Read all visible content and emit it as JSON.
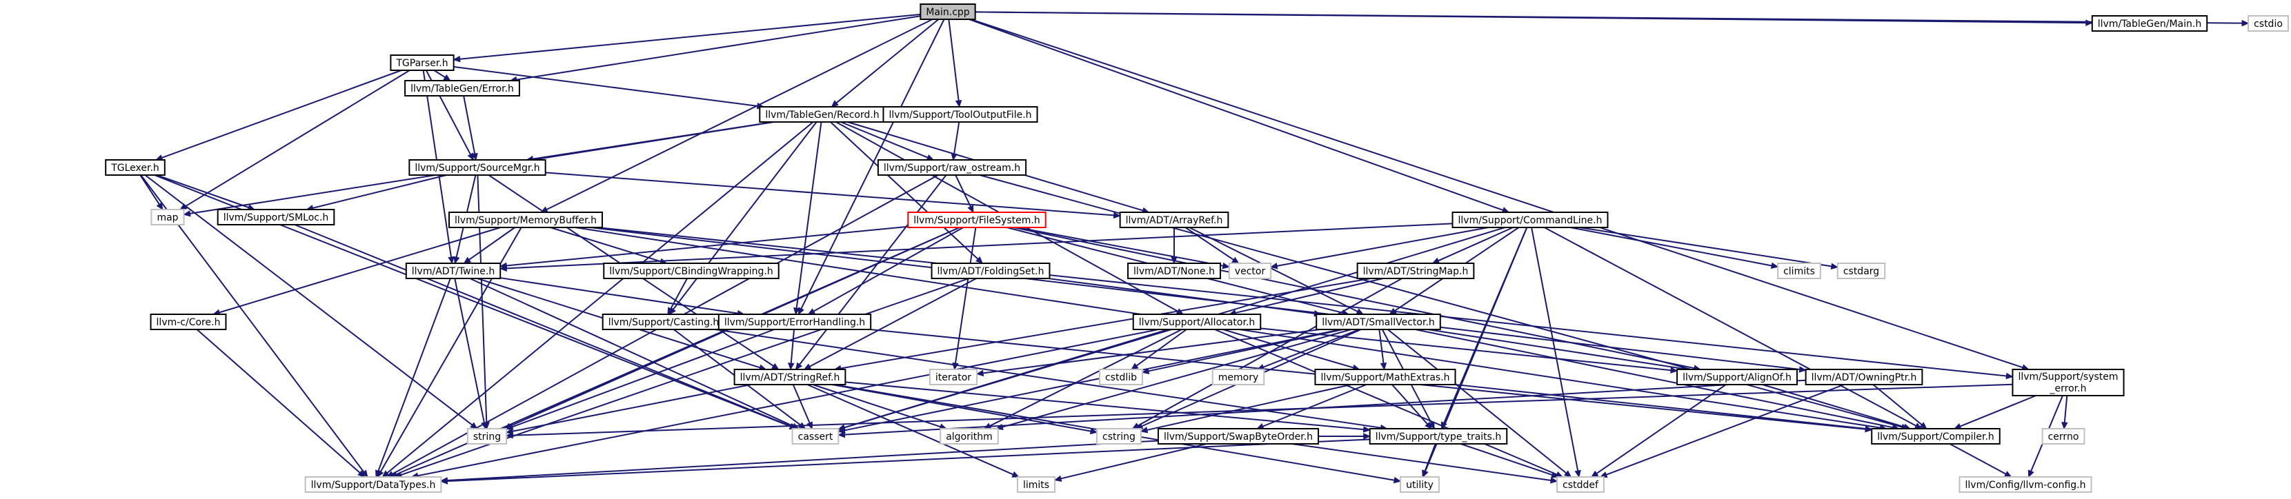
{
  "diagram": {
    "title": "",
    "colors": {
      "edge": "#191970",
      "node_border": "#000000",
      "node_border_gray": "#bfbfbf",
      "node_border_red": "#ff0000",
      "root_fill": "#bfbfbf",
      "node_fill": "#ffffff",
      "text": "#000000"
    },
    "nodes": [
      {
        "id": "main",
        "label": "Main.cpp",
        "style": "root"
      },
      {
        "id": "tgparser",
        "label": "TGParser.h",
        "style": "normal"
      },
      {
        "id": "tgerror",
        "label": "llvm/TableGen/Error.h",
        "style": "normal"
      },
      {
        "id": "record",
        "label": "llvm/TableGen/Record.h",
        "style": "normal"
      },
      {
        "id": "tooloutput",
        "label": "llvm/Support/ToolOutputFile.h",
        "style": "normal"
      },
      {
        "id": "tgmain",
        "label": "llvm/TableGen/Main.h",
        "style": "normal"
      },
      {
        "id": "cstdio",
        "label": "cstdio",
        "style": "gray"
      },
      {
        "id": "tglexer",
        "label": "TGLexer.h",
        "style": "normal"
      },
      {
        "id": "sourcemgr",
        "label": "llvm/Support/SourceMgr.h",
        "style": "normal"
      },
      {
        "id": "rawostream",
        "label": "llvm/Support/raw_ostream.h",
        "style": "normal"
      },
      {
        "id": "commandline",
        "label": "llvm/Support/CommandLine.h",
        "style": "normal"
      },
      {
        "id": "map",
        "label": "map",
        "style": "gray"
      },
      {
        "id": "smloc",
        "label": "llvm/Support/SMLoc.h",
        "style": "normal"
      },
      {
        "id": "memorybuffer",
        "label": "llvm/Support/MemoryBuffer.h",
        "style": "normal"
      },
      {
        "id": "filesystem",
        "label": "llvm/Support/FileSystem.h",
        "style": "red"
      },
      {
        "id": "arrayref",
        "label": "llvm/ADT/ArrayRef.h",
        "style": "normal"
      },
      {
        "id": "twine",
        "label": "llvm/ADT/Twine.h",
        "style": "normal"
      },
      {
        "id": "cbinding",
        "label": "llvm/Support/CBindingWrapping.h",
        "style": "normal"
      },
      {
        "id": "foldingset",
        "label": "llvm/ADT/FoldingSet.h",
        "style": "normal"
      },
      {
        "id": "none",
        "label": "llvm/ADT/None.h",
        "style": "normal"
      },
      {
        "id": "vector",
        "label": "vector",
        "style": "gray"
      },
      {
        "id": "stringmap",
        "label": "llvm/ADT/StringMap.h",
        "style": "normal"
      },
      {
        "id": "climits",
        "label": "climits",
        "style": "gray"
      },
      {
        "id": "cstdarg",
        "label": "cstdarg",
        "style": "gray"
      },
      {
        "id": "llvmccore",
        "label": "llvm-c/Core.h",
        "style": "normal"
      },
      {
        "id": "casting",
        "label": "llvm/Support/Casting.h",
        "style": "normal"
      },
      {
        "id": "errorhandling",
        "label": "llvm/Support/ErrorHandling.h",
        "style": "normal"
      },
      {
        "id": "allocator",
        "label": "llvm/Support/Allocator.h",
        "style": "normal"
      },
      {
        "id": "smallvector",
        "label": "llvm/ADT/SmallVector.h",
        "style": "normal"
      },
      {
        "id": "iterator",
        "label": "iterator",
        "style": "gray"
      },
      {
        "id": "cstdlib",
        "label": "cstdlib",
        "style": "gray"
      },
      {
        "id": "memory",
        "label": "memory",
        "style": "gray"
      },
      {
        "id": "mathextras",
        "label": "llvm/Support/MathExtras.h",
        "style": "normal"
      },
      {
        "id": "alignof",
        "label": "llvm/Support/AlignOf.h",
        "style": "normal"
      },
      {
        "id": "owningptr",
        "label": "llvm/ADT/OwningPtr.h",
        "style": "normal"
      },
      {
        "id": "systemerror",
        "label": "llvm/Support/system_error.h",
        "style": "normal",
        "lines": [
          "llvm/Support/system",
          "_error.h"
        ]
      },
      {
        "id": "stringref",
        "label": "llvm/ADT/StringRef.h",
        "style": "normal"
      },
      {
        "id": "string",
        "label": "string",
        "style": "gray"
      },
      {
        "id": "cassert",
        "label": "cassert",
        "style": "gray"
      },
      {
        "id": "algorithm",
        "label": "algorithm",
        "style": "gray"
      },
      {
        "id": "cstring",
        "label": "cstring",
        "style": "gray"
      },
      {
        "id": "typetraits",
        "label": "llvm/Support/type_traits.h",
        "style": "normal"
      },
      {
        "id": "compiler",
        "label": "llvm/Support/Compiler.h",
        "style": "normal"
      },
      {
        "id": "cerrno",
        "label": "cerrno",
        "style": "gray"
      },
      {
        "id": "swapbyteorder",
        "label": "llvm/Support/SwapByteOrder.h",
        "style": "normal"
      },
      {
        "id": "datatypes",
        "label": "llvm/Support/DataTypes.h",
        "style": "gray"
      },
      {
        "id": "limits",
        "label": "limits",
        "style": "gray"
      },
      {
        "id": "utility",
        "label": "utility",
        "style": "gray"
      },
      {
        "id": "cstddef",
        "label": "cstddef",
        "style": "gray"
      },
      {
        "id": "llvmconfig",
        "label": "llvm/Config/llvm-config.h",
        "style": "gray"
      }
    ],
    "edges": [
      [
        "main",
        "tgparser"
      ],
      [
        "main",
        "tgerror"
      ],
      [
        "main",
        "record"
      ],
      [
        "main",
        "tooloutput"
      ],
      [
        "main",
        "tgmain"
      ],
      [
        "main",
        "cstdio"
      ],
      [
        "main",
        "memorybuffer"
      ],
      [
        "main",
        "commandline"
      ],
      [
        "main",
        "systemerror"
      ],
      [
        "main",
        "errorhandling"
      ],
      [
        "tgparser",
        "tglexer"
      ],
      [
        "tgparser",
        "tgerror"
      ],
      [
        "tgparser",
        "record"
      ],
      [
        "tgparser",
        "sourcemgr"
      ],
      [
        "tgparser",
        "map"
      ],
      [
        "tgparser",
        "twine"
      ],
      [
        "tgerror",
        "sourcemgr"
      ],
      [
        "record",
        "sourcemgr"
      ],
      [
        "record",
        "rawostream"
      ],
      [
        "record",
        "map"
      ],
      [
        "record",
        "arrayref"
      ],
      [
        "record",
        "foldingset"
      ],
      [
        "record",
        "allocator"
      ],
      [
        "record",
        "casting"
      ],
      [
        "record",
        "errorhandling"
      ],
      [
        "record",
        "datatypes"
      ],
      [
        "tooloutput",
        "rawostream"
      ],
      [
        "tglexer",
        "map"
      ],
      [
        "tglexer",
        "smloc"
      ],
      [
        "tglexer",
        "string"
      ],
      [
        "tglexer",
        "cassert"
      ],
      [
        "tglexer",
        "datatypes"
      ],
      [
        "sourcemgr",
        "smloc"
      ],
      [
        "sourcemgr",
        "twine"
      ],
      [
        "sourcemgr",
        "string"
      ],
      [
        "sourcemgr",
        "arrayref"
      ],
      [
        "sourcemgr",
        "stringref"
      ],
      [
        "smloc",
        "cassert"
      ],
      [
        "rawostream",
        "filesystem"
      ],
      [
        "rawostream",
        "stringref"
      ],
      [
        "rawostream",
        "datatypes"
      ],
      [
        "rawostream",
        "compiler"
      ],
      [
        "memorybuffer",
        "twine"
      ],
      [
        "memorybuffer",
        "cbinding"
      ],
      [
        "memorybuffer",
        "llvmccore"
      ],
      [
        "memorybuffer",
        "datatypes"
      ],
      [
        "memorybuffer",
        "compiler"
      ],
      [
        "memorybuffer",
        "owningptr"
      ],
      [
        "memorybuffer",
        "systemerror"
      ],
      [
        "filesystem",
        "twine"
      ],
      [
        "filesystem",
        "errorhandling"
      ],
      [
        "filesystem",
        "smallvector"
      ],
      [
        "filesystem",
        "string"
      ],
      [
        "filesystem",
        "iterator"
      ],
      [
        "filesystem",
        "vector"
      ],
      [
        "filesystem",
        "alignof"
      ],
      [
        "filesystem",
        "datatypes"
      ],
      [
        "arrayref",
        "none"
      ],
      [
        "arrayref",
        "vector"
      ],
      [
        "arrayref",
        "smallvector"
      ],
      [
        "commandline",
        "twine"
      ],
      [
        "commandline",
        "vector"
      ],
      [
        "commandline",
        "stringmap"
      ],
      [
        "commandline",
        "smallvector"
      ],
      [
        "commandline",
        "climits"
      ],
      [
        "commandline",
        "cstdarg"
      ],
      [
        "commandline",
        "utility"
      ],
      [
        "commandline",
        "cstddef"
      ],
      [
        "commandline",
        "compiler"
      ],
      [
        "commandline",
        "typetraits"
      ],
      [
        "commandline",
        "cassert"
      ],
      [
        "twine",
        "stringref"
      ],
      [
        "twine",
        "string"
      ],
      [
        "twine",
        "cassert"
      ],
      [
        "twine",
        "datatypes"
      ],
      [
        "twine",
        "errorhandling"
      ],
      [
        "cbinding",
        "casting"
      ],
      [
        "foldingset",
        "smallvector"
      ],
      [
        "foldingset",
        "stringref"
      ],
      [
        "foldingset",
        "datatypes"
      ],
      [
        "stringmap",
        "allocator"
      ],
      [
        "stringmap",
        "stringref"
      ],
      [
        "stringmap",
        "cstring"
      ],
      [
        "llvmccore",
        "datatypes"
      ],
      [
        "casting",
        "typetraits"
      ],
      [
        "casting",
        "cassert"
      ],
      [
        "errorhandling",
        "stringref"
      ],
      [
        "errorhandling",
        "compiler"
      ],
      [
        "errorhandling",
        "string"
      ],
      [
        "allocator",
        "alignof"
      ],
      [
        "allocator",
        "mathextras"
      ],
      [
        "allocator",
        "datatypes"
      ],
      [
        "allocator",
        "algorithm"
      ],
      [
        "allocator",
        "cassert"
      ],
      [
        "allocator",
        "cstddef"
      ],
      [
        "allocator",
        "cstdlib"
      ],
      [
        "smallvector",
        "alignof"
      ],
      [
        "smallvector",
        "compiler"
      ],
      [
        "smallvector",
        "mathextras"
      ],
      [
        "smallvector",
        "typetraits"
      ],
      [
        "smallvector",
        "algorithm"
      ],
      [
        "smallvector",
        "cassert"
      ],
      [
        "smallvector",
        "cstddef"
      ],
      [
        "smallvector",
        "cstdlib"
      ],
      [
        "smallvector",
        "cstring"
      ],
      [
        "smallvector",
        "iterator"
      ],
      [
        "smallvector",
        "memory"
      ],
      [
        "alignof",
        "compiler"
      ],
      [
        "alignof",
        "cstddef"
      ],
      [
        "owningptr",
        "compiler"
      ],
      [
        "owningptr",
        "cassert"
      ],
      [
        "owningptr",
        "cstddef"
      ],
      [
        "systemerror",
        "compiler"
      ],
      [
        "systemerror",
        "llvmconfig"
      ],
      [
        "systemerror",
        "cerrno"
      ],
      [
        "systemerror",
        "string"
      ],
      [
        "mathextras",
        "compiler"
      ],
      [
        "mathextras",
        "swapbyteorder"
      ],
      [
        "mathextras",
        "typetraits"
      ],
      [
        "mathextras",
        "cstring"
      ],
      [
        "stringref",
        "typetraits"
      ],
      [
        "stringref",
        "string"
      ],
      [
        "stringref",
        "cassert"
      ],
      [
        "stringref",
        "algorithm"
      ],
      [
        "stringref",
        "cstring"
      ],
      [
        "stringref",
        "limits"
      ],
      [
        "stringref",
        "utility"
      ],
      [
        "swapbyteorder",
        "typetraits"
      ],
      [
        "swapbyteorder",
        "cstddef"
      ],
      [
        "swapbyteorder",
        "limits"
      ],
      [
        "swapbyteorder",
        "datatypes"
      ],
      [
        "typetraits",
        "datatypes"
      ],
      [
        "typetraits",
        "utility"
      ],
      [
        "typetraits",
        "cstddef"
      ],
      [
        "compiler",
        "llvmconfig"
      ]
    ]
  }
}
